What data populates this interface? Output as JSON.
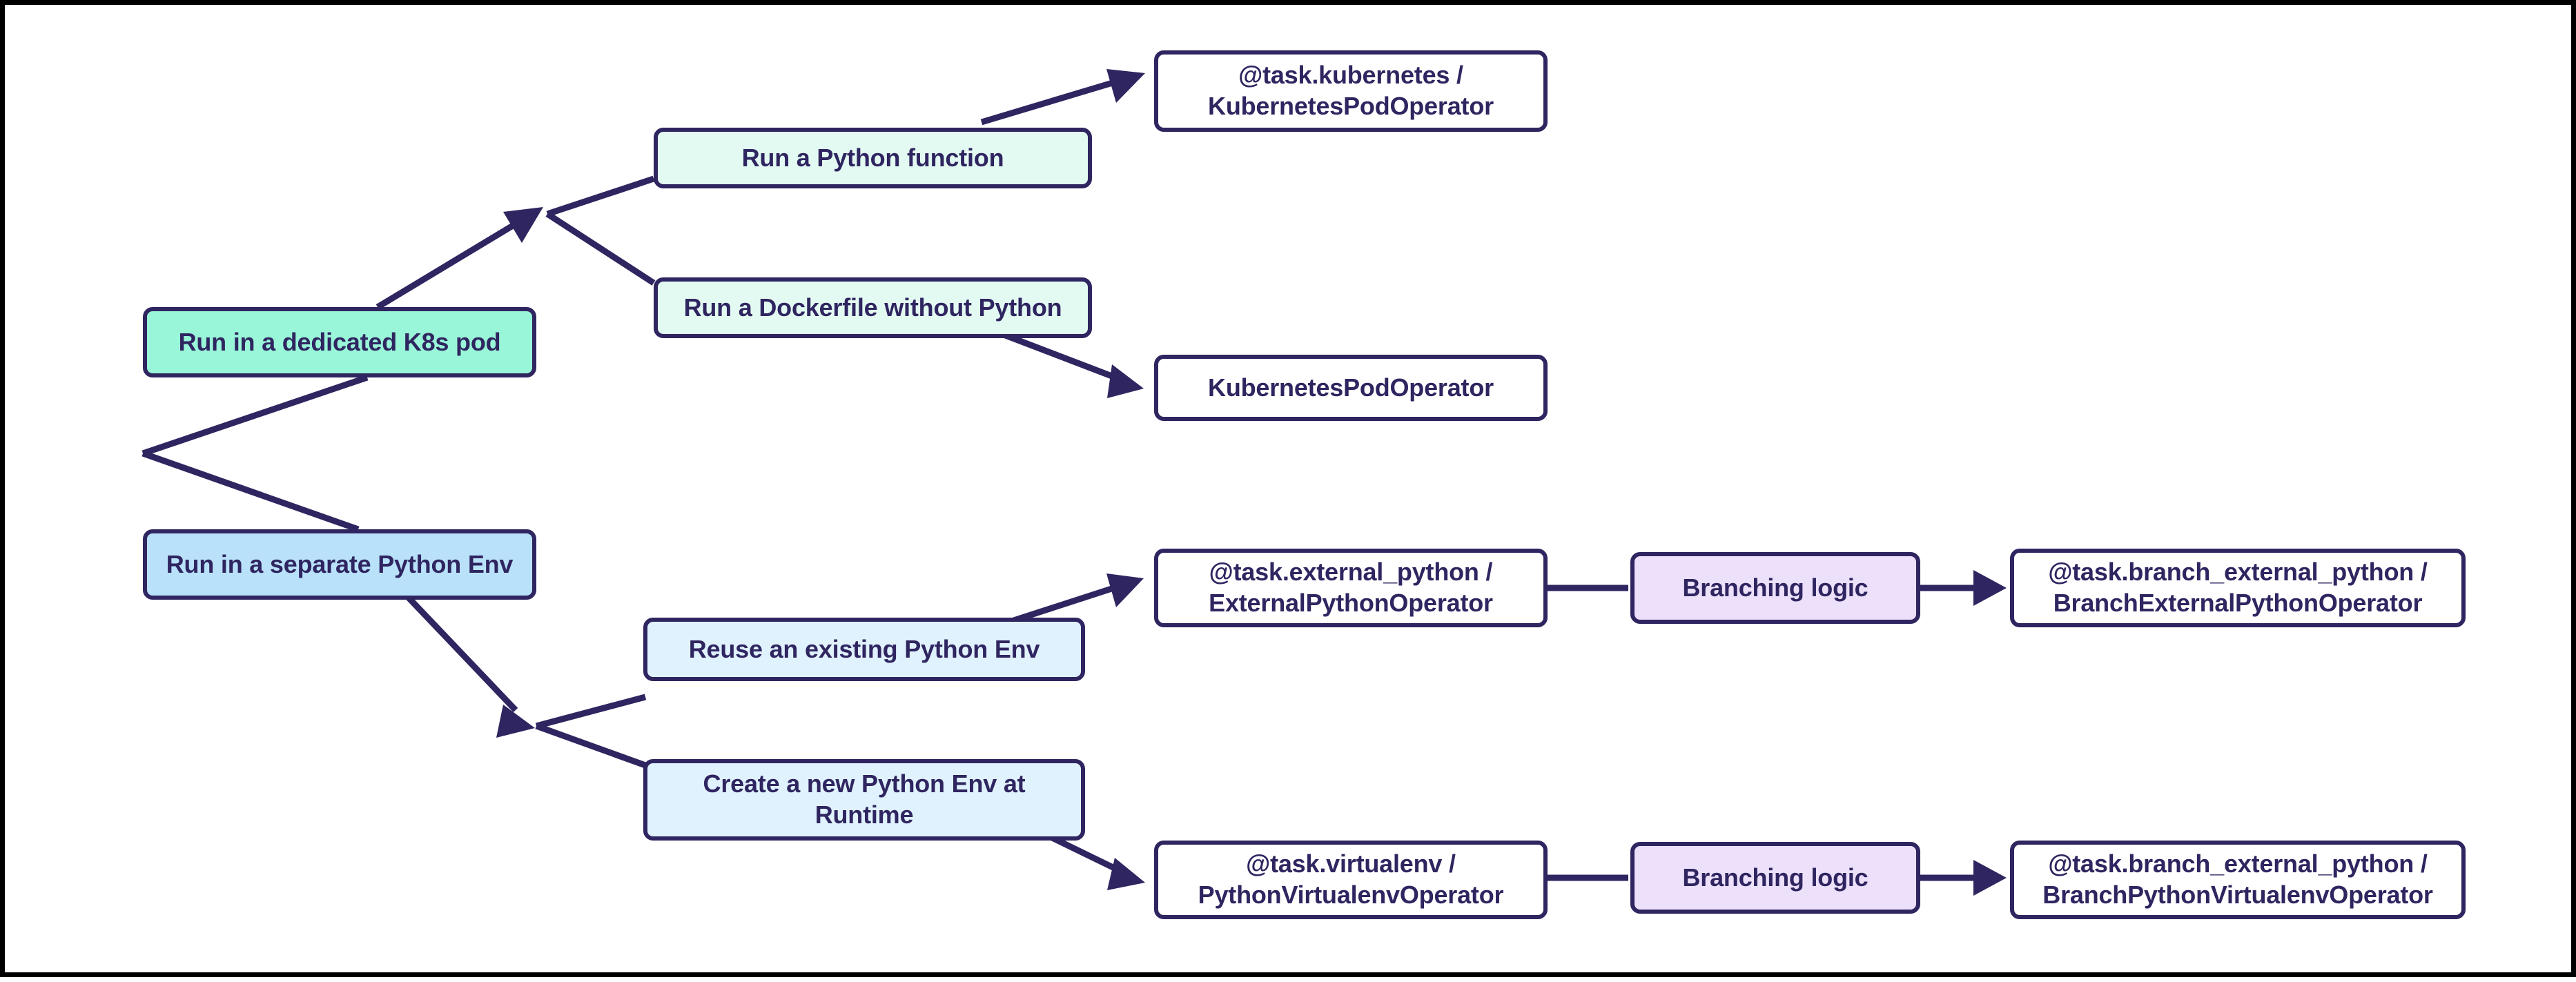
{
  "diagram": {
    "title": "Airflow Python execution options decision tree",
    "type": "flowchart",
    "direction": "left-to-right",
    "background": "#ffffff",
    "frame_border_color": "#000000",
    "colors": {
      "edge": "#2f2560",
      "node_border": "#2f2560",
      "text": "#2f2560",
      "mint": "#99f6d8",
      "mint_pale": "#e3faf2",
      "blue_pale": "#e0f2fd",
      "blue": "#b9e2fa",
      "lavender": "#ece0fa",
      "white": "#ffffff"
    }
  },
  "nodes": {
    "k8s_pod": {
      "label": "Run in a dedicated K8s pod",
      "fill": "mint"
    },
    "separate_python_env": {
      "label": "Run in a separate Python Env",
      "fill": "blue"
    },
    "python_function": {
      "label": "Run a Python function",
      "fill": "mint-pale"
    },
    "dockerfile_no_python": {
      "label": "Run a Dockerfile without Python",
      "fill": "mint-pale"
    },
    "reuse_existing_env": {
      "label": "Reuse an existing Python Env",
      "fill": "blue-pale"
    },
    "create_new_env": {
      "label": "Create a new Python Env at Runtime",
      "fill": "blue-pale"
    },
    "task_kubernetes": {
      "label": "@task.kubernetes /\nKubernetesPodOperator",
      "fill": "white"
    },
    "kubernetes_pod_operator": {
      "label": "KubernetesPodOperator",
      "fill": "white"
    },
    "task_external_python": {
      "label": "@task.external_python /\nExternalPythonOperator",
      "fill": "white"
    },
    "branching_logic_top": {
      "label": "Branching logic",
      "fill": "lavender"
    },
    "branch_external_python": {
      "label": "@task.branch_external_python /\nBranchExternalPythonOperator",
      "fill": "white"
    },
    "task_virtualenv": {
      "label": "@task.virtualenv /\nPythonVirtualenvOperator",
      "fill": "white"
    },
    "branching_logic_bottom": {
      "label": "Branching logic",
      "fill": "lavender"
    },
    "branch_python_virtualenv": {
      "label": "@task.branch_external_python /\nBranchPythonVirtualenvOperator",
      "fill": "white"
    }
  },
  "edges": [
    {
      "from": "root_split",
      "to": "k8s_pod",
      "arrow": false
    },
    {
      "from": "root_split",
      "to": "separate_python_env",
      "arrow": false
    },
    {
      "from": "k8s_pod",
      "to": "k8s_split",
      "arrow": true
    },
    {
      "from": "k8s_split",
      "to": "python_function",
      "arrow": false
    },
    {
      "from": "k8s_split",
      "to": "dockerfile_no_python",
      "arrow": false
    },
    {
      "from": "python_function",
      "to": "task_kubernetes",
      "arrow": true
    },
    {
      "from": "dockerfile_no_python",
      "to": "kubernetes_pod_operator",
      "arrow": true
    },
    {
      "from": "separate_python_env",
      "to": "env_split",
      "arrow": true
    },
    {
      "from": "env_split",
      "to": "reuse_existing_env",
      "arrow": false
    },
    {
      "from": "env_split",
      "to": "create_new_env",
      "arrow": false
    },
    {
      "from": "reuse_existing_env",
      "to": "task_external_python",
      "arrow": true
    },
    {
      "from": "task_external_python",
      "to": "branching_logic_top",
      "arrow": false
    },
    {
      "from": "branching_logic_top",
      "to": "branch_external_python",
      "arrow": true
    },
    {
      "from": "create_new_env",
      "to": "task_virtualenv",
      "arrow": true
    },
    {
      "from": "task_virtualenv",
      "to": "branching_logic_bottom",
      "arrow": false
    },
    {
      "from": "branching_logic_bottom",
      "to": "branch_python_virtualenv",
      "arrow": true
    }
  ]
}
